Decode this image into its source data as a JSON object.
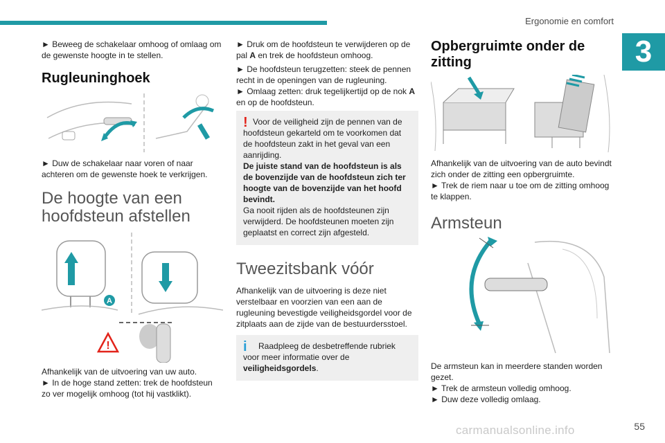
{
  "header": {
    "section_title": "Ergonomie en comfort",
    "chapter_number": "3"
  },
  "col1": {
    "p1": "► Beweeg de schakelaar omhoog of omlaag om de gewenste hoogte in te stellen.",
    "h_rug": "Rugleuninghoek",
    "p2": "► Duw de schakelaar naar voren of naar achteren om de gewenste hoek te verkrijgen.",
    "h_hoogte": "De hoogte van een hoofdsteun afstellen",
    "label_a": "A",
    "p3": "Afhankelijk van de uitvoering van uw auto.",
    "p4": "► In de hoge stand zetten: trek de hoofdsteun zo ver mogelijk omhoog (tot hij vastklikt)."
  },
  "col2": {
    "p1_pre": "► Druk om de hoofdsteun te verwijderen op de pal ",
    "p1_bold": "A",
    "p1_post": " en trek de hoofdsteun omhoog.",
    "p2": "► De hoofdsteun terugzetten: steek de pennen recht in de openingen van de rugleuning.",
    "p3_pre": "► Omlaag zetten: druk tegelijkertijd op de nok ",
    "p3_bold": "A",
    "p3_post": " en op de hoofdsteun.",
    "warn_mark": "!",
    "warn_1": "Voor de veiligheid zijn de pennen van de hoofdsteun gekarteld om te voorkomen dat de hoofdsteun zakt in het geval van een aanrijding.",
    "warn_bold": "De juiste stand van de hoofdsteun is als de bovenzijde van de hoofdsteun zich ter hoogte van de bovenzijde van het hoofd bevindt.",
    "warn_2": "Ga nooit rijden als de hoofdsteunen zijn verwijderd. De hoofdsteunen moeten zijn geplaatst en correct zijn afgesteld.",
    "h_bank": "Tweezitsbank vóór",
    "p4": "Afhankelijk van de uitvoering is deze niet verstelbaar en voorzien van een aan de rugleuning bevestigde veiligheidsgordel voor de zitplaats aan de zijde van de bestuurdersstoel.",
    "info_mark": "i",
    "info_text": "Raadpleeg de desbetreffende rubriek voor meer informatie over de",
    "info_bold": "veiligheidsgordels",
    "info_end": "."
  },
  "col3": {
    "h_opberg": "Opbergruimte onder de zitting",
    "p1": "Afhankelijk van de uitvoering van de auto bevindt zich onder de zitting een opbergruimte.",
    "p2": "► Trek de riem naar u toe om de zitting omhoog te klappen.",
    "h_arm": "Armsteun",
    "p3": "De armsteun kan in meerdere standen worden gezet.",
    "p4": "► Trek de armsteun volledig omhoog.",
    "p5": "► Duw deze volledig omlaag."
  },
  "footer": {
    "page_number": "55",
    "watermark": "carmanualsonline.info"
  },
  "colors": {
    "accent": "#1f9aa5",
    "warning": "#e2231a",
    "info": "#2a9fd6"
  }
}
